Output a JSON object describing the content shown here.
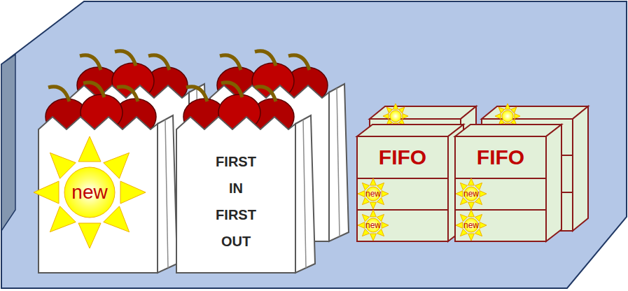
{
  "diagram": {
    "nodes": [
      {
        "text": [
          "new"
        ]
      },
      {
        "text": [
          "FIRST IN FIRST OUT"
        ]
      },
      {
        "text": [
          "FIFO"
        ]
      },
      {
        "text": [
          "FIFO"
        ]
      },
      {
        "text": [
          "new"
        ]
      },
      {
        "text": [
          "new"
        ]
      },
      {
        "text": [
          "new"
        ]
      },
      {
        "text": [
          "new"
        ]
      }
    ]
  }
}
